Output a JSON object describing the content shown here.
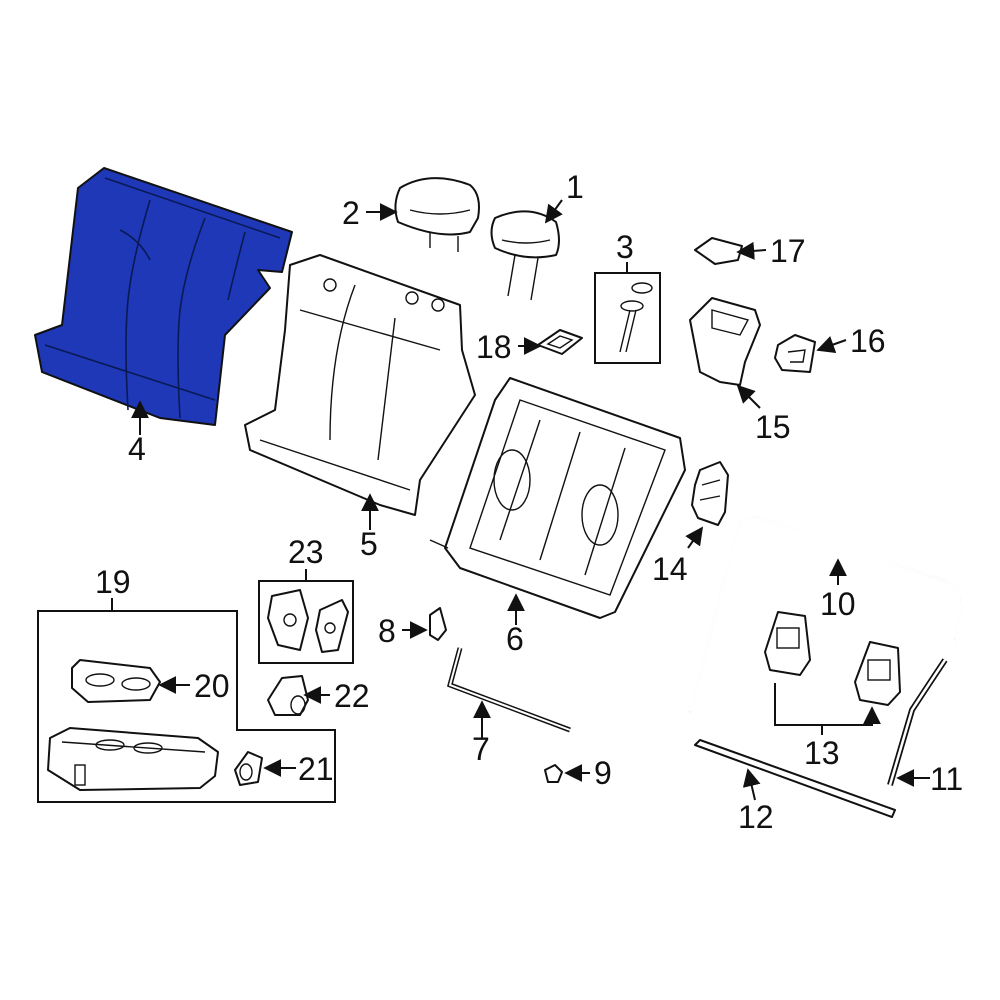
{
  "diagram": {
    "highlight_color": "#1e38b8",
    "line_color": "#111111",
    "background": "#ffffff",
    "highlighted_part": "4",
    "callouts": [
      "1",
      "2",
      "3",
      "4",
      "5",
      "6",
      "7",
      "8",
      "9",
      "10",
      "11",
      "12",
      "13",
      "14",
      "15",
      "16",
      "17",
      "18",
      "19",
      "20",
      "21",
      "22",
      "23"
    ]
  }
}
